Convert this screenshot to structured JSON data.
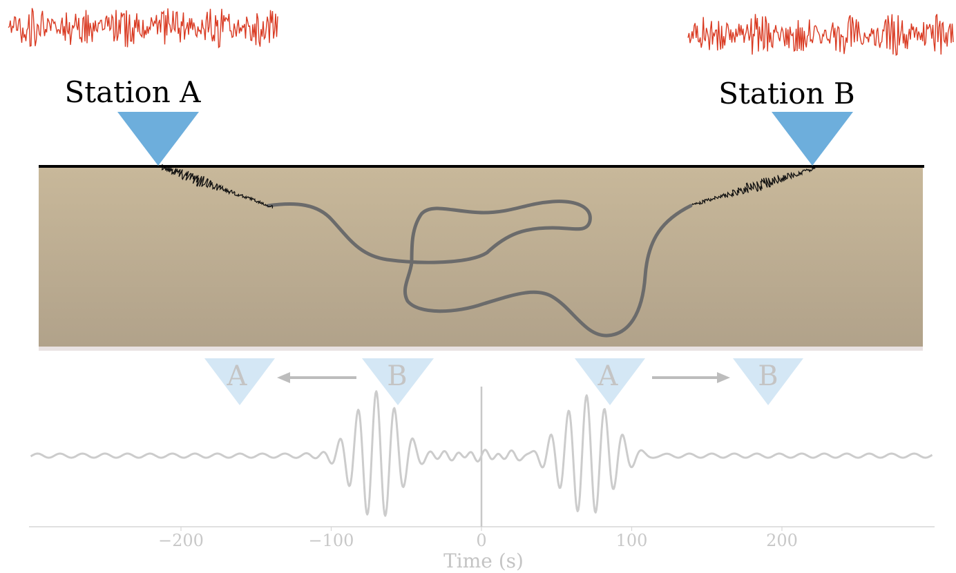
{
  "stations": {
    "a": {
      "label": "Station A",
      "color": "#6daedc"
    },
    "b": {
      "label": "Station B",
      "color": "#6daedc"
    }
  },
  "colors": {
    "recorded_trace": "#d93a22",
    "surface_line": "#000000",
    "ground_top": "#c8b89a",
    "ground_bottom": "#b1a28a",
    "scatter_path": "#6b6b6b",
    "faded_triangle": "#d4e7f5",
    "faded_text": "#c4c4c4",
    "faded_arrow": "#bdbdbd",
    "correlation_trace": "#cccccc"
  },
  "causal_pair": {
    "left": {
      "source": "B",
      "receiver": "A",
      "arrow_direction": "toward A"
    },
    "right": {
      "source": "A",
      "receiver": "B",
      "arrow_direction": "toward B"
    }
  },
  "chart_data": {
    "type": "line",
    "title": "",
    "xlabel": "Time (s)",
    "ylabel": "",
    "xlim": [
      -300,
      300
    ],
    "xticks": [
      -200,
      -100,
      0,
      100,
      200
    ],
    "xtick_labels": [
      "−200",
      "−100",
      "0",
      "100",
      "200"
    ],
    "series": [
      {
        "kind": "cross-correlation waveform",
        "peaks": [
          {
            "time": -70,
            "relative_amplitude": 0.95
          },
          {
            "time": 70,
            "relative_amplitude": 0.95
          }
        ]
      }
    ],
    "grid": false,
    "zero_line": true
  }
}
